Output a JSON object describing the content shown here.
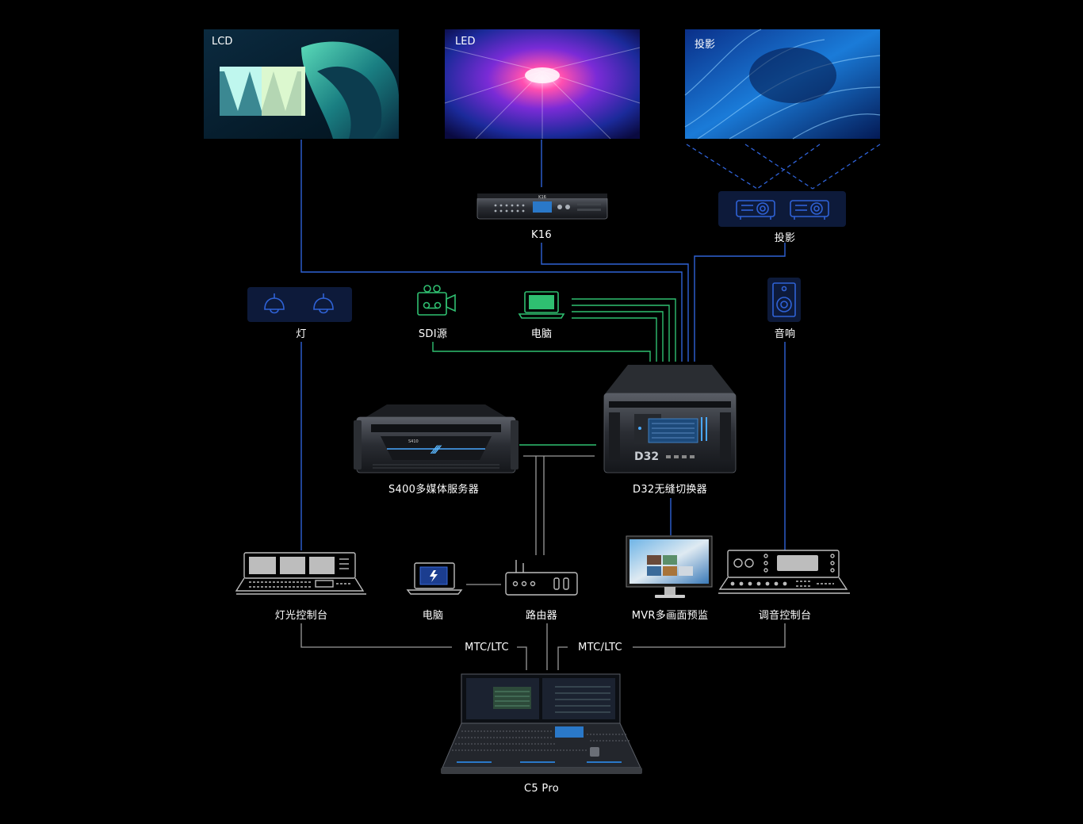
{
  "displays": {
    "lcd": {
      "label": "LCD"
    },
    "led": {
      "label": "LED"
    },
    "projection": {
      "label": "投影"
    }
  },
  "devices": {
    "k16": {
      "label": "K16"
    },
    "projector": {
      "label": "投影"
    },
    "lights": {
      "label": "灯"
    },
    "sdi": {
      "label": "SDI源"
    },
    "computer_top": {
      "label": "电脑"
    },
    "speaker": {
      "label": "音响"
    },
    "s400": {
      "label": "S400多媒体服务器"
    },
    "d32": {
      "label": "D32无缝切换器"
    },
    "lighting_console": {
      "label": "灯光控制台"
    },
    "computer_bottom": {
      "label": "电脑"
    },
    "router": {
      "label": "路由器"
    },
    "mvr": {
      "label": "MVR多画面预监"
    },
    "audio_console": {
      "label": "调音控制台"
    },
    "c5pro": {
      "label": "C5 Pro"
    }
  },
  "links": {
    "mtc_left": "MTC/LTC",
    "mtc_right": "MTC/LTC"
  },
  "colors": {
    "background": "#000000",
    "blue_line": "#2f62d6",
    "green_line": "#2fbf71",
    "gray_line": "#9a9a9a",
    "panel_blue": "#0d1a3a"
  },
  "device_text": {
    "k16_badge": "K16",
    "s400_badge": "S410",
    "d32_badge": "D32"
  }
}
